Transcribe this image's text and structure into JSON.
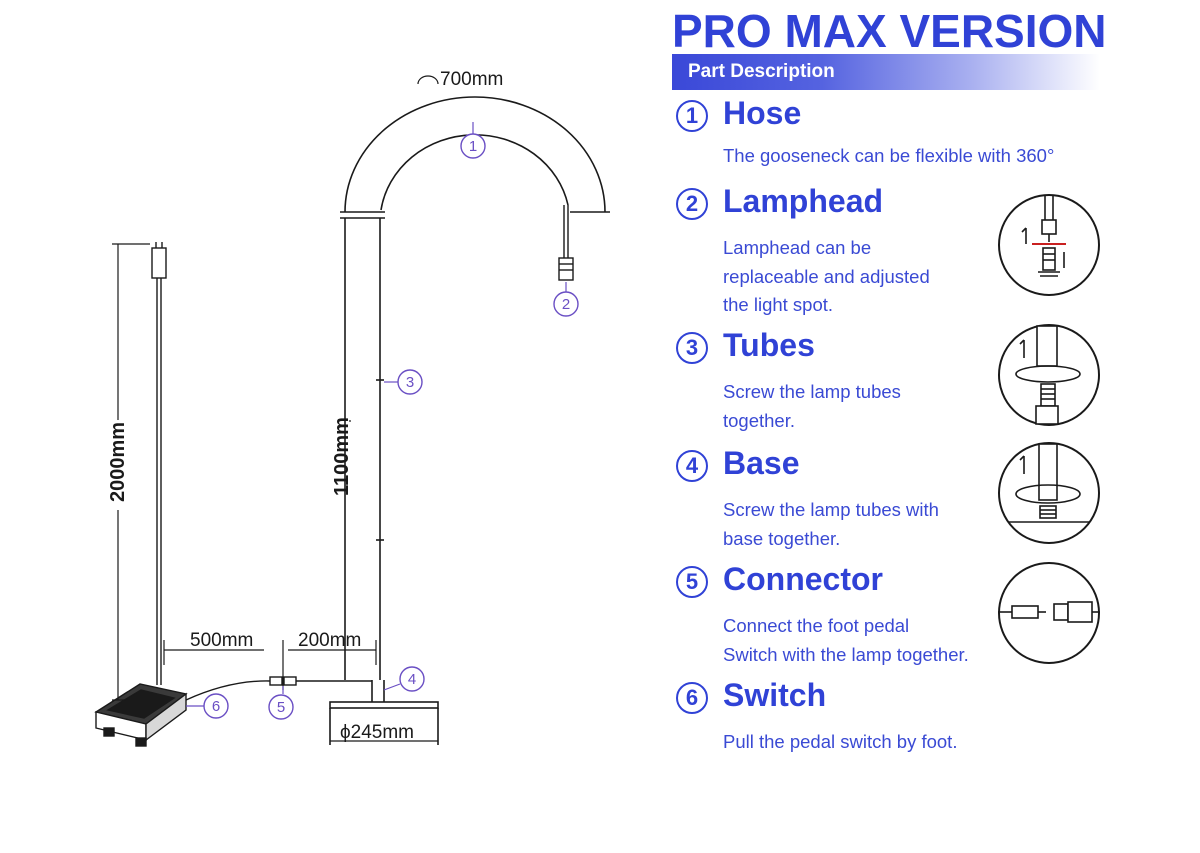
{
  "header": {
    "title": "PRO MAX VERSION",
    "subtitle": "Part Description"
  },
  "parts": [
    {
      "number": "1",
      "name": "Hose",
      "desc": [
        "The gooseneck can be flexible with 360°"
      ]
    },
    {
      "number": "2",
      "name": "Lamphead",
      "desc": [
        "Lamphead can be",
        "replaceable and adjusted",
        "the light spot."
      ]
    },
    {
      "number": "3",
      "name": "Tubes",
      "desc": [
        "Screw the lamp tubes",
        "together."
      ]
    },
    {
      "number": "4",
      "name": "Base",
      "desc": [
        "Screw the lamp tubes with",
        "base together."
      ]
    },
    {
      "number": "5",
      "name": "Connector",
      "desc": [
        "Connect the foot pedal",
        "Switch with the lamp together."
      ]
    },
    {
      "number": "6",
      "name": "Switch",
      "desc": [
        "Pull the pedal switch by foot."
      ]
    }
  ],
  "dimensions": {
    "arc": "700mm",
    "cable_height": "2000mm",
    "pole_height": "1100mm",
    "cable_to_connector": "500mm",
    "connector_to_base": "200mm",
    "base_diameter": "ϕ245mm"
  },
  "callouts": [
    "1",
    "2",
    "3",
    "4",
    "5",
    "6"
  ],
  "colors": {
    "accent": "#3042d6",
    "callout": "#6a4fc4",
    "line": "#1a1a1a"
  }
}
